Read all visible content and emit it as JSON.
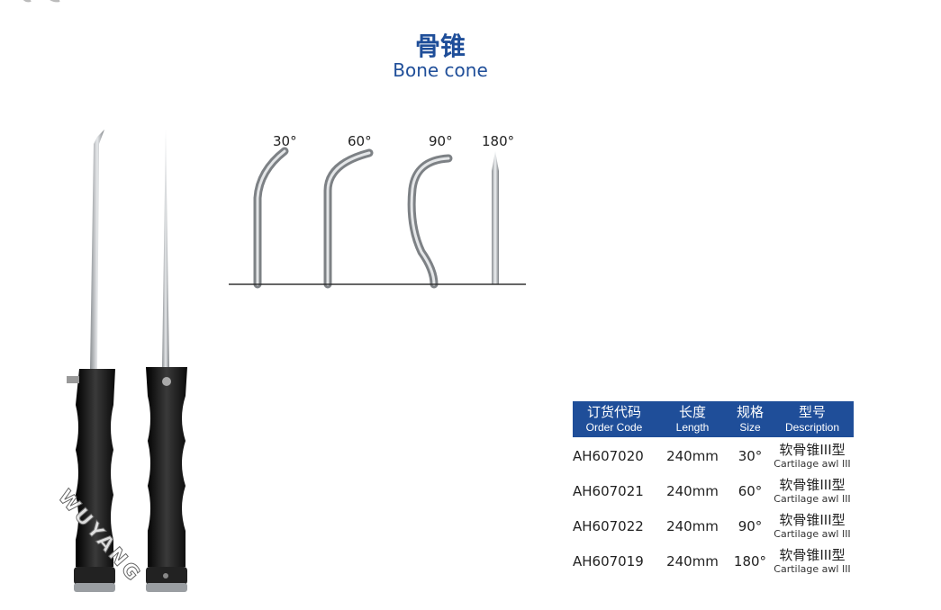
{
  "header": {
    "title_cn": "骨锥",
    "title_en": "Bone cone"
  },
  "watermark": "WUYANG",
  "diagram": {
    "angles": [
      "30°",
      "60°",
      "90°",
      "180°"
    ]
  },
  "table": {
    "headers": [
      {
        "cn": "订货代码",
        "en": "Order Code"
      },
      {
        "cn": "长度",
        "en": "Length"
      },
      {
        "cn": "规格",
        "en": "Size"
      },
      {
        "cn": "型号",
        "en": "Description"
      }
    ],
    "rows": [
      {
        "code": "AH607020",
        "length": "240mm",
        "size": "30°",
        "desc_cn": "软骨锥III型",
        "desc_en": "Cartilage awl III"
      },
      {
        "code": "AH607021",
        "length": "240mm",
        "size": "60°",
        "desc_cn": "软骨锥III型",
        "desc_en": "Cartilage awl III"
      },
      {
        "code": "AH607022",
        "length": "240mm",
        "size": "90°",
        "desc_cn": "软骨锥III型",
        "desc_en": "Cartilage awl III"
      },
      {
        "code": "AH607019",
        "length": "240mm",
        "size": "180°",
        "desc_cn": "软骨锥III型",
        "desc_en": "Cartilage awl III"
      }
    ]
  },
  "colors": {
    "brand_blue": "#1f4e99",
    "handle_black": "#1a1a1a",
    "steel": "#b8bcc0"
  }
}
